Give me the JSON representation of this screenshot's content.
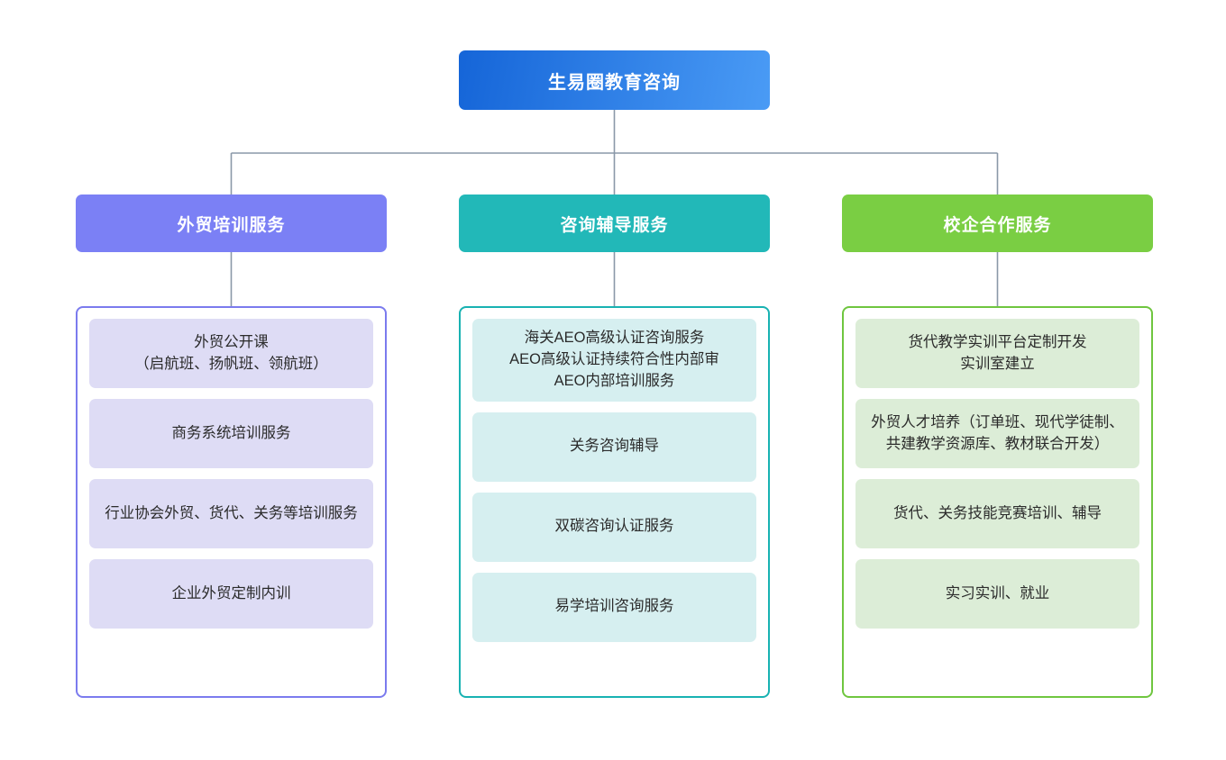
{
  "root": {
    "label": "生易圈教育咨询",
    "gradient_from": "#1565d8",
    "gradient_to": "#4a9bf5",
    "text_color": "#ffffff"
  },
  "connector_color": "#8a98a8",
  "branches": [
    {
      "label": "外贸培训服务",
      "header_color": "#7b80f5",
      "container_border": "#7b7bee",
      "item_bg": "#dedcf5",
      "items": [
        {
          "label": "外贸公开课\n（启航班、扬帆班、领航班）"
        },
        {
          "label": "商务系统培训服务"
        },
        {
          "label": "行业协会外贸、货代、关务等培训服务"
        },
        {
          "label": "企业外贸定制内训"
        }
      ]
    },
    {
      "label": "咨询辅导服务",
      "header_color": "#22b8b8",
      "container_border": "#18b2b2",
      "item_bg": "#d6eff0",
      "items": [
        {
          "label": "海关AEO高级认证咨询服务\nAEO高级认证持续符合性内部审\nAEO内部培训服务"
        },
        {
          "label": "关务咨询辅导"
        },
        {
          "label": "双碳咨询认证服务"
        },
        {
          "label": "易学培训咨询服务"
        }
      ]
    },
    {
      "label": "校企合作服务",
      "header_color": "#7ace43",
      "container_border": "#6fc63f",
      "item_bg": "#dcedd7",
      "items": [
        {
          "label": "货代教学实训平台定制开发\n实训室建立"
        },
        {
          "label": "外贸人才培养（订单班、现代学徒制、共建教学资源库、教材联合开发）"
        },
        {
          "label": "货代、关务技能竞赛培训、辅导"
        },
        {
          "label": "实习实训、就业"
        }
      ]
    }
  ]
}
